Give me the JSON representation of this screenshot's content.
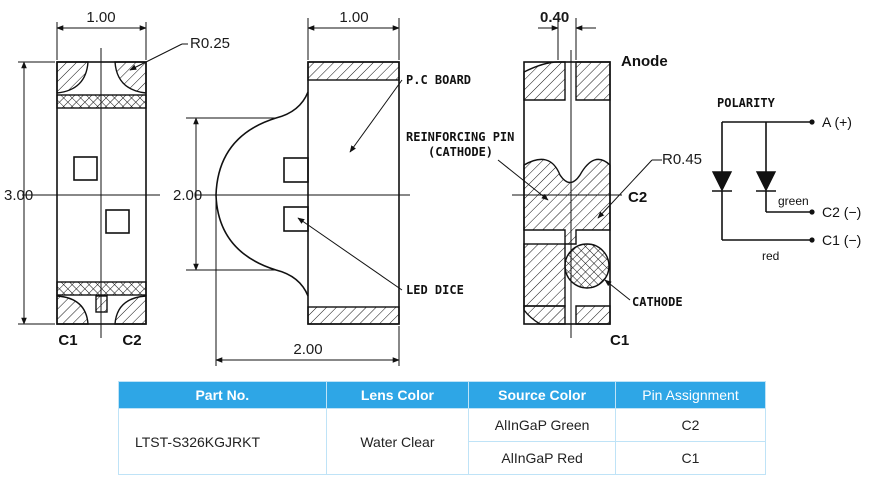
{
  "dimensions": {
    "width_front": "1.00",
    "length_front": "3.00",
    "corner_radius": "R0.25",
    "width_side": "1.00",
    "height_side": "2.00",
    "length_side": "2.00",
    "thickness_end": "0.40",
    "pin_radius": "R0.45"
  },
  "labels": {
    "pc_board": "P.C BOARD",
    "reinforcing_pin": "REINFORCING PIN",
    "reinforcing_pin_note": "(CATHODE)",
    "led_dice": "LED DICE",
    "cathode": "CATHODE",
    "anode": "Anode",
    "polarity": "POLARITY"
  },
  "pins": {
    "front_c1": "C1",
    "front_c2": "C2",
    "end_c2": "C2",
    "end_c1": "C1"
  },
  "polarity": {
    "anode": "A (+)",
    "c2": "C2 (−)",
    "c1": "C1 (−)",
    "green": "green",
    "red": "red"
  },
  "table": {
    "headers": [
      "Part No.",
      "Lens Color",
      "Source Color",
      "Pin Assignment"
    ],
    "part_no": "LTST-S326KGJRKT",
    "lens_color": "Water Clear",
    "rows": [
      {
        "source": "AlInGaP Green",
        "pin": "C2"
      },
      {
        "source": "AlInGaP Red",
        "pin": "C1"
      }
    ]
  },
  "colors": {
    "table_header": "#2ea6e6",
    "table_border": "#bfe3f7"
  }
}
